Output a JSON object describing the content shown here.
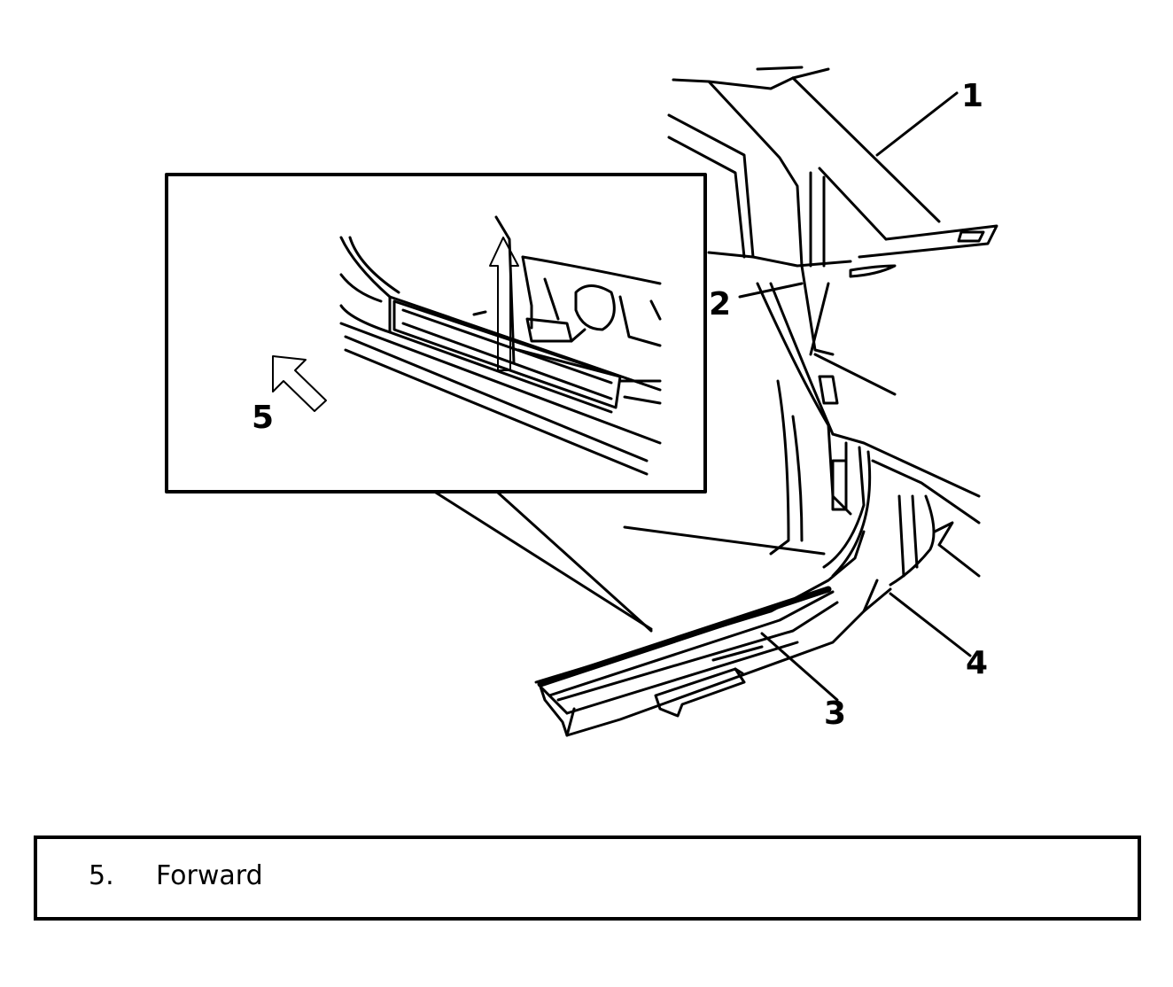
{
  "callouts": [
    "1",
    "2",
    "3",
    "4",
    "5"
  ],
  "inset_callout": "5",
  "legend": [
    {
      "number": "5.",
      "label": "Forward"
    }
  ]
}
